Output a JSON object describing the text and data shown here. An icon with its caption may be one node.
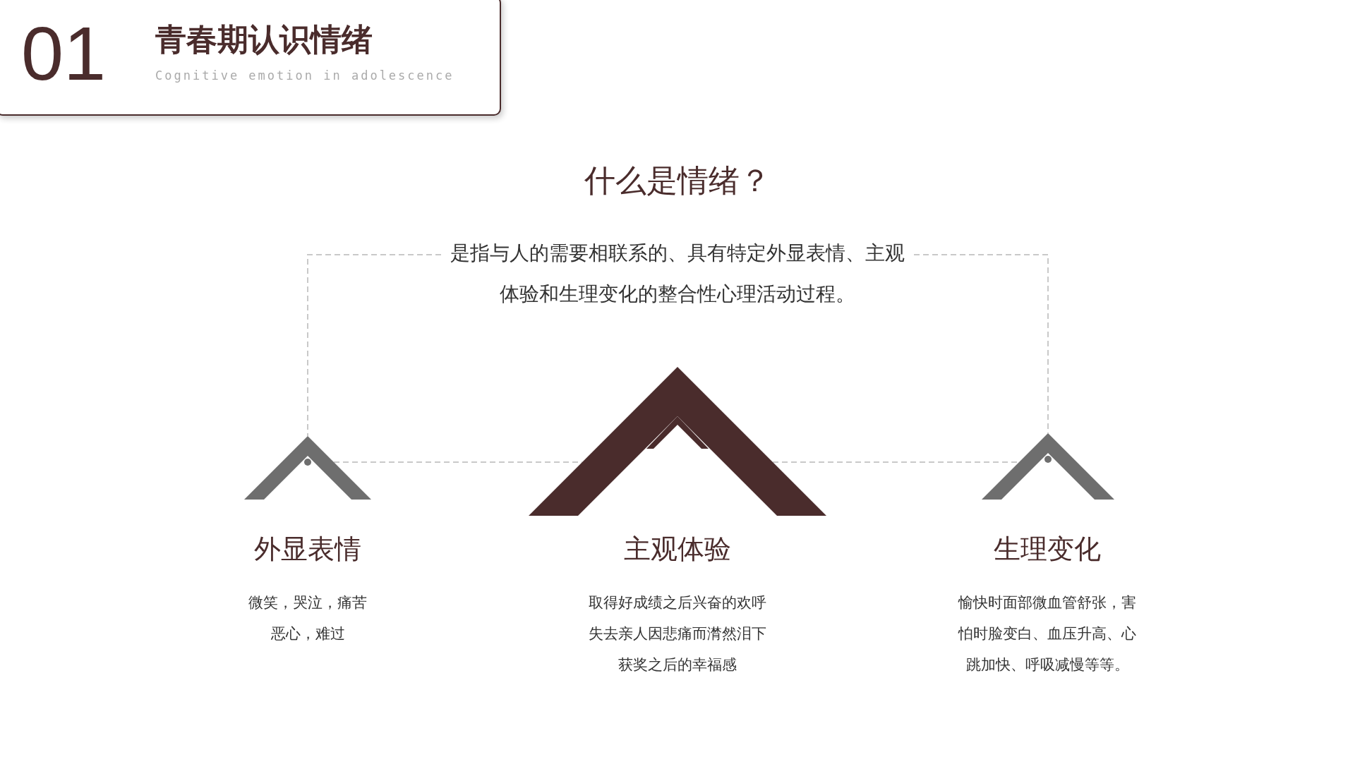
{
  "diagram": {
    "nodes": [
      {
        "text": [
          "01",
          "青春期认识情绪",
          "Cognitive emotion in adolescence"
        ]
      },
      {
        "text": [
          "是指与人的需要相联系的、具有特定外显表情、主观体验和生理变化的整合性心理活动过程。"
        ]
      },
      {
        "text": [],
        "shape": "chevron",
        "beside": [
          "外显表情",
          "微笑，哭泣，痛苦",
          "恶心，难过"
        ]
      },
      {
        "text": [],
        "shape": "chevron",
        "beside": [
          "主观体验",
          "取得好成绩之后兴奋的欢呼",
          "失去亲人因悲痛而潸然泪下",
          "获奖之后的幸福感"
        ]
      },
      {
        "text": [],
        "shape": "chevron",
        "beside": [
          "生理变化",
          "愉快时面部微血管舒张，害怕时脸变白、血压升高、心跳加快、呼吸减慢等等。"
        ]
      }
    ],
    "edges": [
      {
        "from": 1,
        "to": 2,
        "arrow": "none",
        "style": "dashed"
      },
      {
        "from": 1,
        "to": 4,
        "arrow": "none",
        "style": "dashed"
      },
      {
        "from": 2,
        "to": 3,
        "arrow": "none",
        "style": "dashed"
      },
      {
        "from": 3,
        "to": 4,
        "arrow": "none",
        "style": "dashed"
      }
    ],
    "labels": [
      "什么是情绪？"
    ]
  }
}
